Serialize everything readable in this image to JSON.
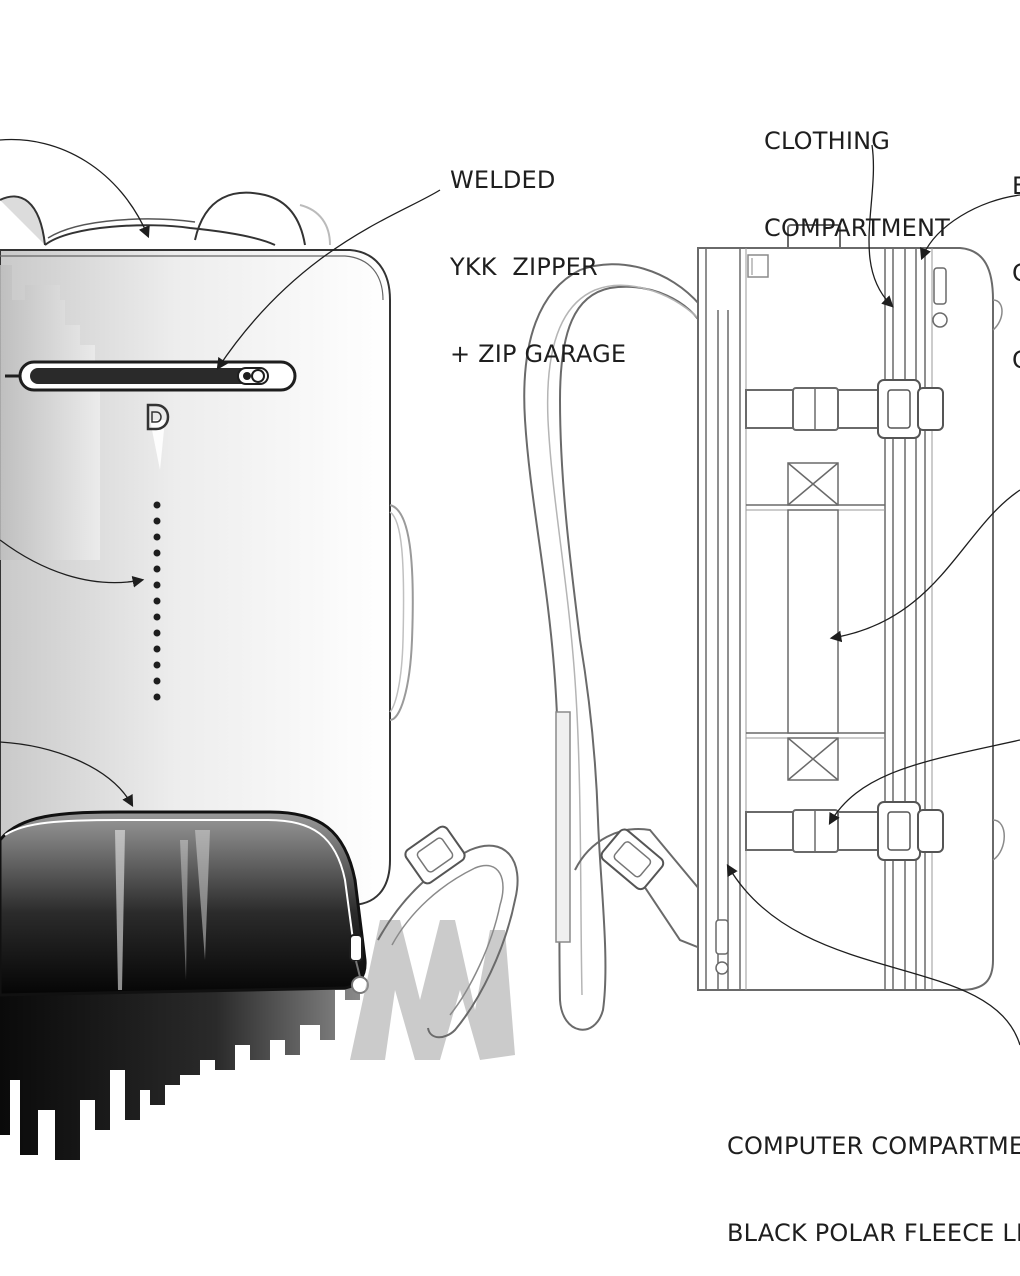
{
  "labels": {
    "welded": [
      "WELDED",
      "YKK  ZIPPER",
      "+ ZIP GARAGE"
    ],
    "clothing": [
      "CLOTHING",
      "COMPARTMENT"
    ],
    "edge_partial": [
      "E",
      "C",
      "C"
    ],
    "computer": [
      "COMPUTER COMPARTME",
      "BLACK POLAR FLEECE LI"
    ]
  },
  "colors": {
    "ink": "#1e1e1e",
    "outline": "#6a6a6a",
    "light_outline": "#b5b5b5",
    "shade_dark": "#0d0d0d",
    "shade_light": "#f2f2f2"
  },
  "icons": {
    "logo": "d-logo-icon",
    "zipper_pull": "zipper-pull-icon"
  }
}
